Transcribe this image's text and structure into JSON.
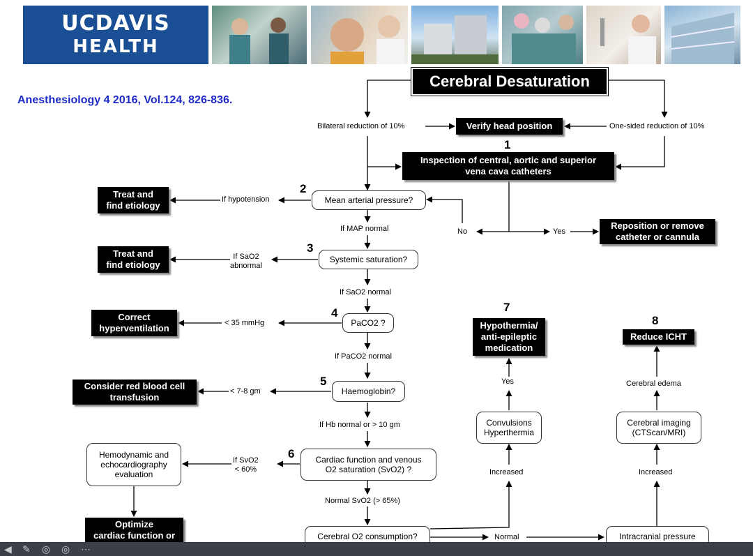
{
  "header": {
    "logo_line1": "UCDAVIS",
    "logo_line2": "HEALTH",
    "citation": "Anesthesiology 4 2016, Vol.124, 826-836."
  },
  "flow": {
    "title": "Cerebral Desaturation",
    "bilateral": "Bilateral reduction of 10%",
    "verify": "Verify head position",
    "one_sided": "One-sided reduction of 10%",
    "step1": "1",
    "inspection": "Inspection of central, aortic and superior\nvena cava catheters",
    "step2": "2",
    "map_q": "Mean arterial pressure?",
    "if_hypotension": "If hypotension",
    "treat1": "Treat and\nfind etiology",
    "if_map_normal": "If MAP normal",
    "no": "No",
    "yes": "Yes",
    "reposition": "Reposition or remove\ncatheter or cannula",
    "step3": "3",
    "sys_sat": "Systemic saturation?",
    "sao2_abnormal": "If SaO2\nabnormal",
    "treat2": "Treat and\nfind etiology",
    "sao2_normal": "If SaO2 normal",
    "step4": "4",
    "paco2_q": "PaCO2 ?",
    "lt35": "< 35 mmHg",
    "correct": "Correct\nhyperventilation",
    "if_paco2_normal": "If PaCO2 normal",
    "step5": "5",
    "haemo": "Haemoglobin?",
    "lt78": "< 7-8 gm",
    "consider_rbc": "Consider red blood cell\ntransfusion",
    "if_hb": "If Hb normal or > 10 gm",
    "step6": "6",
    "cardiac": "Cardiac function and venous\nO2 saturation (SvO2) ?",
    "svo2_lt60": "If SvO2\n< 60%",
    "hemodynamic": "Hemodynamic and\nechocardiography\nevaluation",
    "optimize": "Optimize\ncardiac function or\nvenous return",
    "normal_svo2": "Normal SvO2 (> 65%)",
    "cerebral_o2": "Cerebral O2 consumption?",
    "normal": "Normal",
    "intracranial": "Intracranial pressure",
    "step7": "7",
    "hypothermia": "Hypothermia/\nanti-epileptic\nmedication",
    "yes7": "Yes",
    "convulsions": "Convulsions\nHyperthermia",
    "increased1": "Increased",
    "step8": "8",
    "reduce_icht": "Reduce ICHT",
    "cerebral_edema": "Cerebral edema",
    "imaging": "Cerebral imaging\n(CTScan/MRI)",
    "increased2": "Increased"
  }
}
